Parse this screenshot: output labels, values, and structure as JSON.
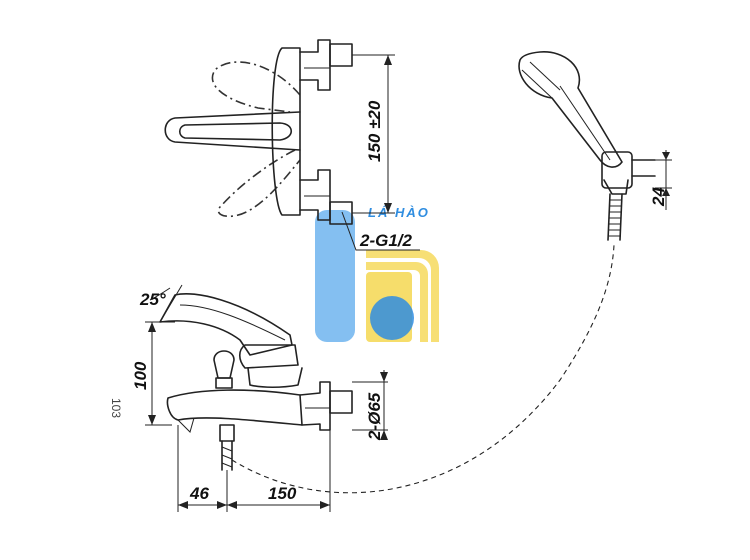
{
  "watermark": {
    "text": "LÁ HÀO",
    "colors": {
      "blue": "#2f8de0",
      "blue_light": "#6fb4ef",
      "yellow": "#f3d23a"
    }
  },
  "dimensions": {
    "top_height": "150 ±20",
    "thread": "2-G1/2",
    "shower_bracket": "24",
    "handle_angle": "25°",
    "body_height": "100",
    "spout_height": "103",
    "eccentric": "2-Ø65",
    "spout_offset": "46",
    "center_distance": "150"
  }
}
